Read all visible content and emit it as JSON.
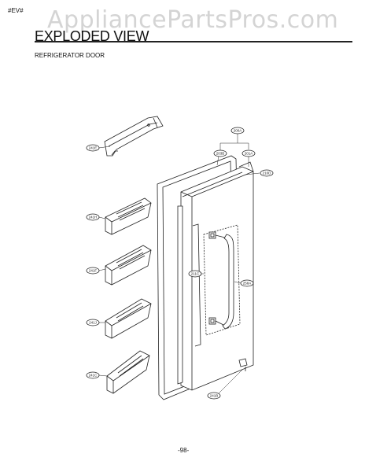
{
  "corner_code": "#EV#",
  "watermark": "AppliancePartsPros.com",
  "title": "EXPLODED VIEW",
  "section": "REFRIGERATOR DOOR",
  "page_number": "-98-",
  "callouts": {
    "c200a": "200A",
    "c203b": "203B",
    "c201a": "201A",
    "c210d": "210D",
    "c241e": "241E",
    "c241h": "241H",
    "c241f": "241F",
    "c241j": "241J",
    "c241c": "241C",
    "c211c": "211C",
    "c258a": "258A",
    "c241b": "241B"
  }
}
